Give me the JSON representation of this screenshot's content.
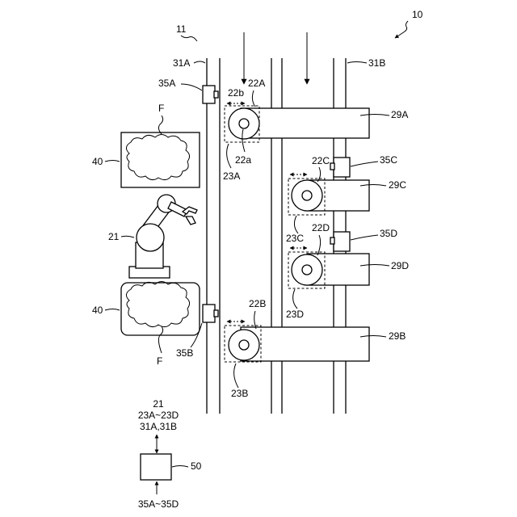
{
  "labels": {
    "fig_10": "10",
    "frame_11": "11",
    "rail_31A": "31A",
    "rail_31B": "31B",
    "sensor_35A": "35A",
    "sensor_35B": "35B",
    "sensor_35C": "35C",
    "sensor_35D": "35D",
    "roller_22A": "22A",
    "roller_22B": "22B",
    "roller_22C": "22C",
    "roller_22D": "22D",
    "part_22a": "22a",
    "part_22b": "22b",
    "area_23A": "23A",
    "area_23B": "23B",
    "area_23C": "23C",
    "area_23D": "23D",
    "arm_29A": "29A",
    "arm_29B": "29B",
    "arm_29C": "29C",
    "arm_29D": "29D",
    "robot_21": "21",
    "container_40_top": "40",
    "container_40_bottom": "40",
    "food_F_top": "F",
    "food_F_bottom": "F",
    "controller_50": "50"
  },
  "controller": {
    "outputs_line1": "21",
    "outputs_line2": "23A~23D",
    "outputs_line3": "31A,31B",
    "inputs": "35A~35D"
  }
}
